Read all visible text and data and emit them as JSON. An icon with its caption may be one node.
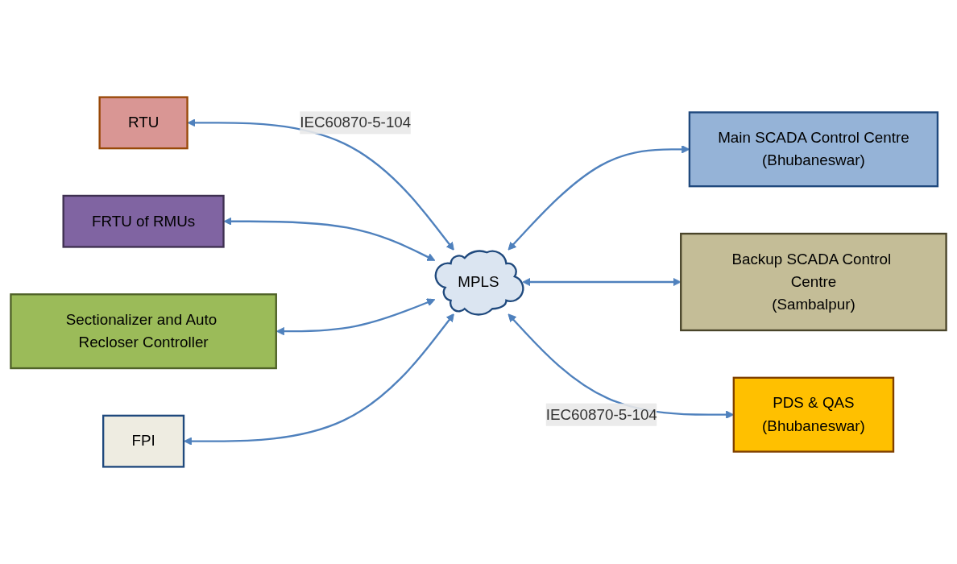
{
  "diagram": {
    "nodes": [
      {
        "text": [
          "RTU"
        ]
      },
      {
        "text": [
          "FRTU of RMUs"
        ]
      },
      {
        "text": [
          "Sectionalizer and Auto Recloser Controller"
        ]
      },
      {
        "text": [
          "FPI"
        ]
      },
      {
        "text": [
          "MPLS"
        ]
      },
      {
        "text": [
          "Main SCADA Control Centre",
          "(Bhubaneswar)"
        ]
      },
      {
        "text": [
          "Backup SCADA Control Centre",
          "(Sambalpur)"
        ]
      },
      {
        "text": [
          "PDS & QAS",
          "(Bhubaneswar)"
        ]
      }
    ],
    "edges": [
      {
        "from": 0,
        "to": 4,
        "arrow": "both",
        "label": "IEC60870-5-104"
      },
      {
        "from": 1,
        "to": 4,
        "arrow": "both"
      },
      {
        "from": 2,
        "to": 4,
        "arrow": "both"
      },
      {
        "from": 3,
        "to": 4,
        "arrow": "both"
      },
      {
        "from": 4,
        "to": 5,
        "arrow": "both"
      },
      {
        "from": 4,
        "to": 6,
        "arrow": "both"
      },
      {
        "from": 4,
        "to": 7,
        "arrow": "both",
        "label": "IEC60870-5-104"
      }
    ]
  }
}
